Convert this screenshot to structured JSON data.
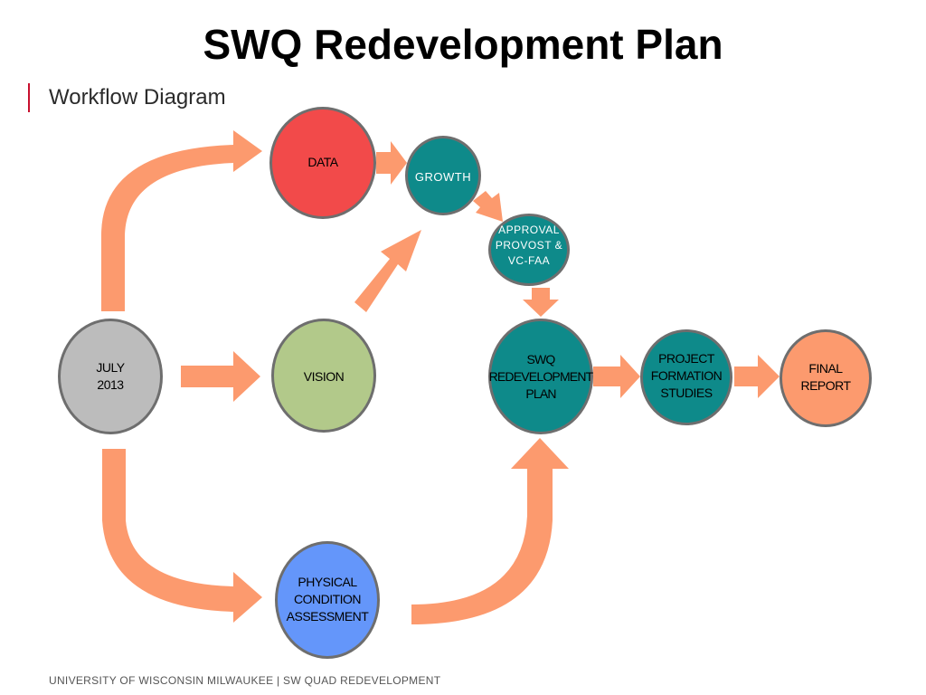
{
  "title": "SWQ Redevelopment Plan",
  "subtitle": "Workflow Diagram",
  "footer": "UNIVERSITY OF WISCONSIN MILWAUKEE   |   SW QUAD REDEVELOPMENT",
  "colors": {
    "arrow": "#fc9a6e",
    "accent": "#c8102e",
    "teal": "#0e8a8a",
    "data_red": "#f24a4a",
    "vision_green": "#b2c98a",
    "july_gray": "#bcbcbc",
    "physical_blue": "#6496fa",
    "final_orange": "#fc9a6e"
  },
  "nodes": {
    "july": "JULY\n2013",
    "data": "DATA",
    "vision": "VISION",
    "physical": "PHYSICAL\nCONDITION\nASSESSMENT",
    "growth": "GROWTH",
    "approval": "APPROVAL\nPROVOST &\nVC-FAA",
    "swq": "SWQ\nREDEVELOPMENT\nPLAN",
    "project": "PROJECT\nFORMATION\nSTUDIES",
    "final": "FINAL\nREPORT"
  }
}
